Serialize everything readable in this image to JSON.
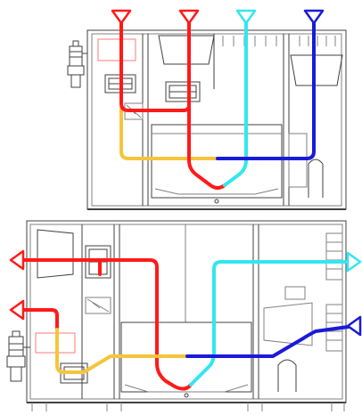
{
  "colors": {
    "outline": "#404040",
    "detail": "#808080",
    "background": "#ffffff",
    "red": "#ff1a1a",
    "yellow": "#f5c53a",
    "cyan": "#33e6f0",
    "blue": "#1a1ad9"
  },
  "figure": {
    "upper_unit": "ventilation-unit-top-view",
    "lower_unit": "ventilation-unit-side-view"
  },
  "flows": [
    {
      "name": "red-flow",
      "color": "red"
    },
    {
      "name": "yellow-flow",
      "color": "yellow"
    },
    {
      "name": "cyan-flow",
      "color": "cyan"
    },
    {
      "name": "blue-flow",
      "color": "blue"
    }
  ],
  "icons": {
    "arrow": "triangle-outline-arrow-icon",
    "damper": "damper-symbol-icon",
    "motor": "motor-actuator-icon"
  }
}
